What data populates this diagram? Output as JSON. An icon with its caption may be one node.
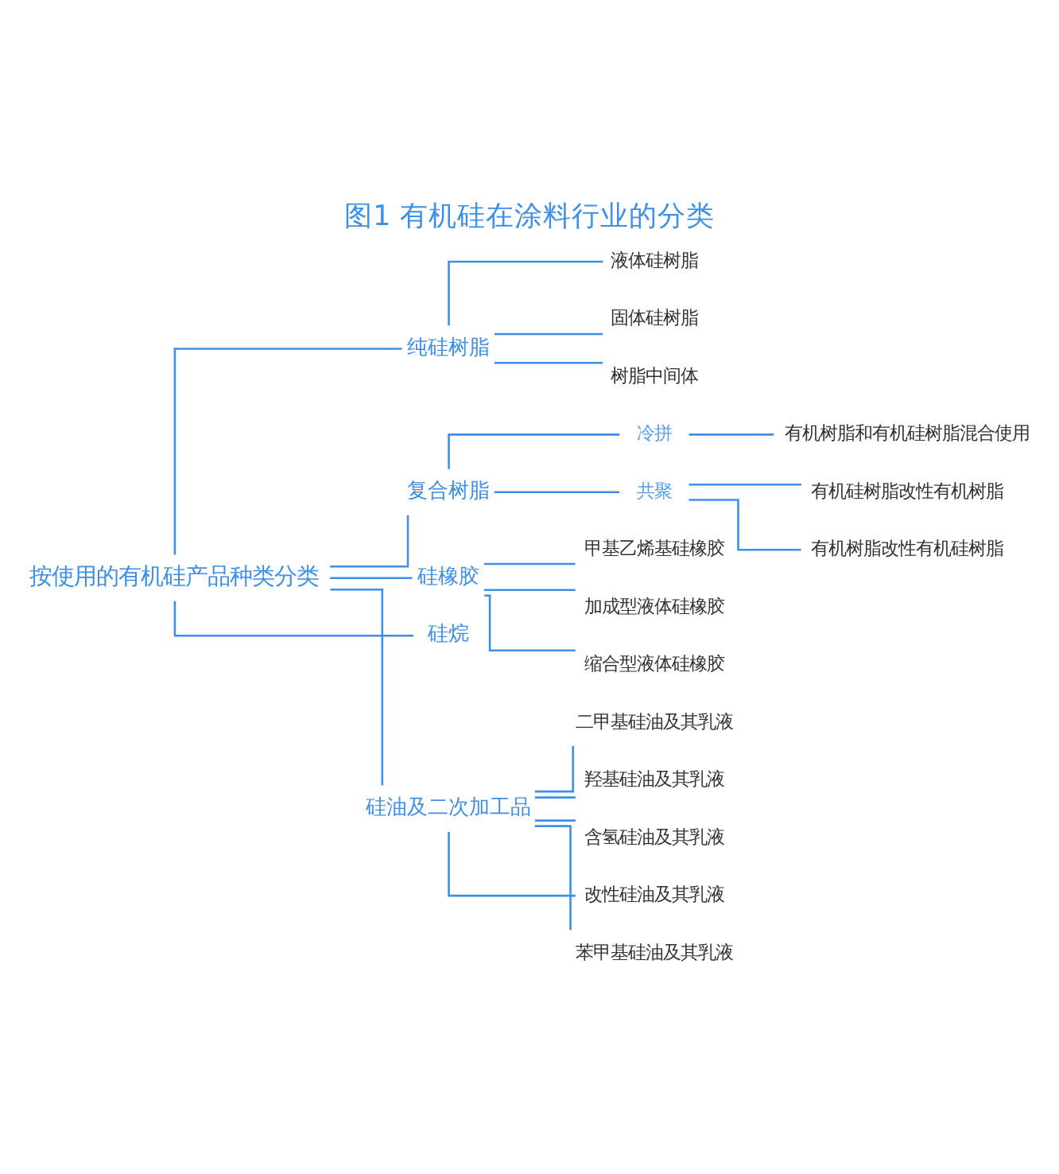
{
  "diagram": {
    "title": "图1 有机硅在涂料行业的分类",
    "nodes": [
      {
        "text": [
          "按使用的有机硅产品种类分类"
        ]
      },
      {
        "text": [
          "纯硅树脂"
        ]
      },
      {
        "text": [
          "液体硅树脂"
        ]
      },
      {
        "text": [
          "固体硅树脂"
        ]
      },
      {
        "text": [
          "树脂中间体"
        ]
      },
      {
        "text": [
          "复合树脂"
        ]
      },
      {
        "text": [
          "冷拼"
        ]
      },
      {
        "text": [
          "有机树脂和有机硅树脂混合使用"
        ]
      },
      {
        "text": [
          "共聚"
        ]
      },
      {
        "text": [
          "有机硅树脂改性有机树脂"
        ]
      },
      {
        "text": [
          "有机树脂改性有机硅树脂"
        ]
      },
      {
        "text": [
          "硅橡胶"
        ]
      },
      {
        "text": [
          "甲基乙烯基硅橡胶"
        ]
      },
      {
        "text": [
          "加成型液体硅橡胶"
        ]
      },
      {
        "text": [
          "缩合型液体硅橡胶"
        ]
      },
      {
        "text": [
          "硅烷"
        ]
      },
      {
        "text": [
          "硅油及二次加工品"
        ]
      },
      {
        "text": [
          "二甲基硅油及其乳液"
        ]
      },
      {
        "text": [
          "羟基硅油及其乳液"
        ]
      },
      {
        "text": [
          "含氢硅油及其乳液"
        ]
      },
      {
        "text": [
          "改性硅油及其乳液"
        ]
      },
      {
        "text": [
          "苯甲基硅油及其乳液"
        ]
      }
    ],
    "edges": [
      {
        "from": 0,
        "to": 1,
        "arrow": "none"
      },
      {
        "from": 1,
        "to": 2,
        "arrow": "none"
      },
      {
        "from": 1,
        "to": 3,
        "arrow": "none"
      },
      {
        "from": 1,
        "to": 4,
        "arrow": "none"
      },
      {
        "from": 0,
        "to": 5,
        "arrow": "none"
      },
      {
        "from": 5,
        "to": 6,
        "arrow": "none"
      },
      {
        "from": 6,
        "to": 7,
        "arrow": "none"
      },
      {
        "from": 5,
        "to": 8,
        "arrow": "none"
      },
      {
        "from": 8,
        "to": 9,
        "arrow": "none"
      },
      {
        "from": 8,
        "to": 10,
        "arrow": "none"
      },
      {
        "from": 0,
        "to": 11,
        "arrow": "none"
      },
      {
        "from": 11,
        "to": 12,
        "arrow": "none"
      },
      {
        "from": 11,
        "to": 13,
        "arrow": "none"
      },
      {
        "from": 11,
        "to": 14,
        "arrow": "none"
      },
      {
        "from": 0,
        "to": 15,
        "arrow": "none"
      },
      {
        "from": 0,
        "to": 16,
        "arrow": "none"
      },
      {
        "from": 16,
        "to": 17,
        "arrow": "none"
      },
      {
        "from": 16,
        "to": 18,
        "arrow": "none"
      },
      {
        "from": 16,
        "to": 19,
        "arrow": "none"
      },
      {
        "from": 16,
        "to": 20,
        "arrow": "none"
      },
      {
        "from": 16,
        "to": 21,
        "arrow": "none"
      }
    ]
  }
}
